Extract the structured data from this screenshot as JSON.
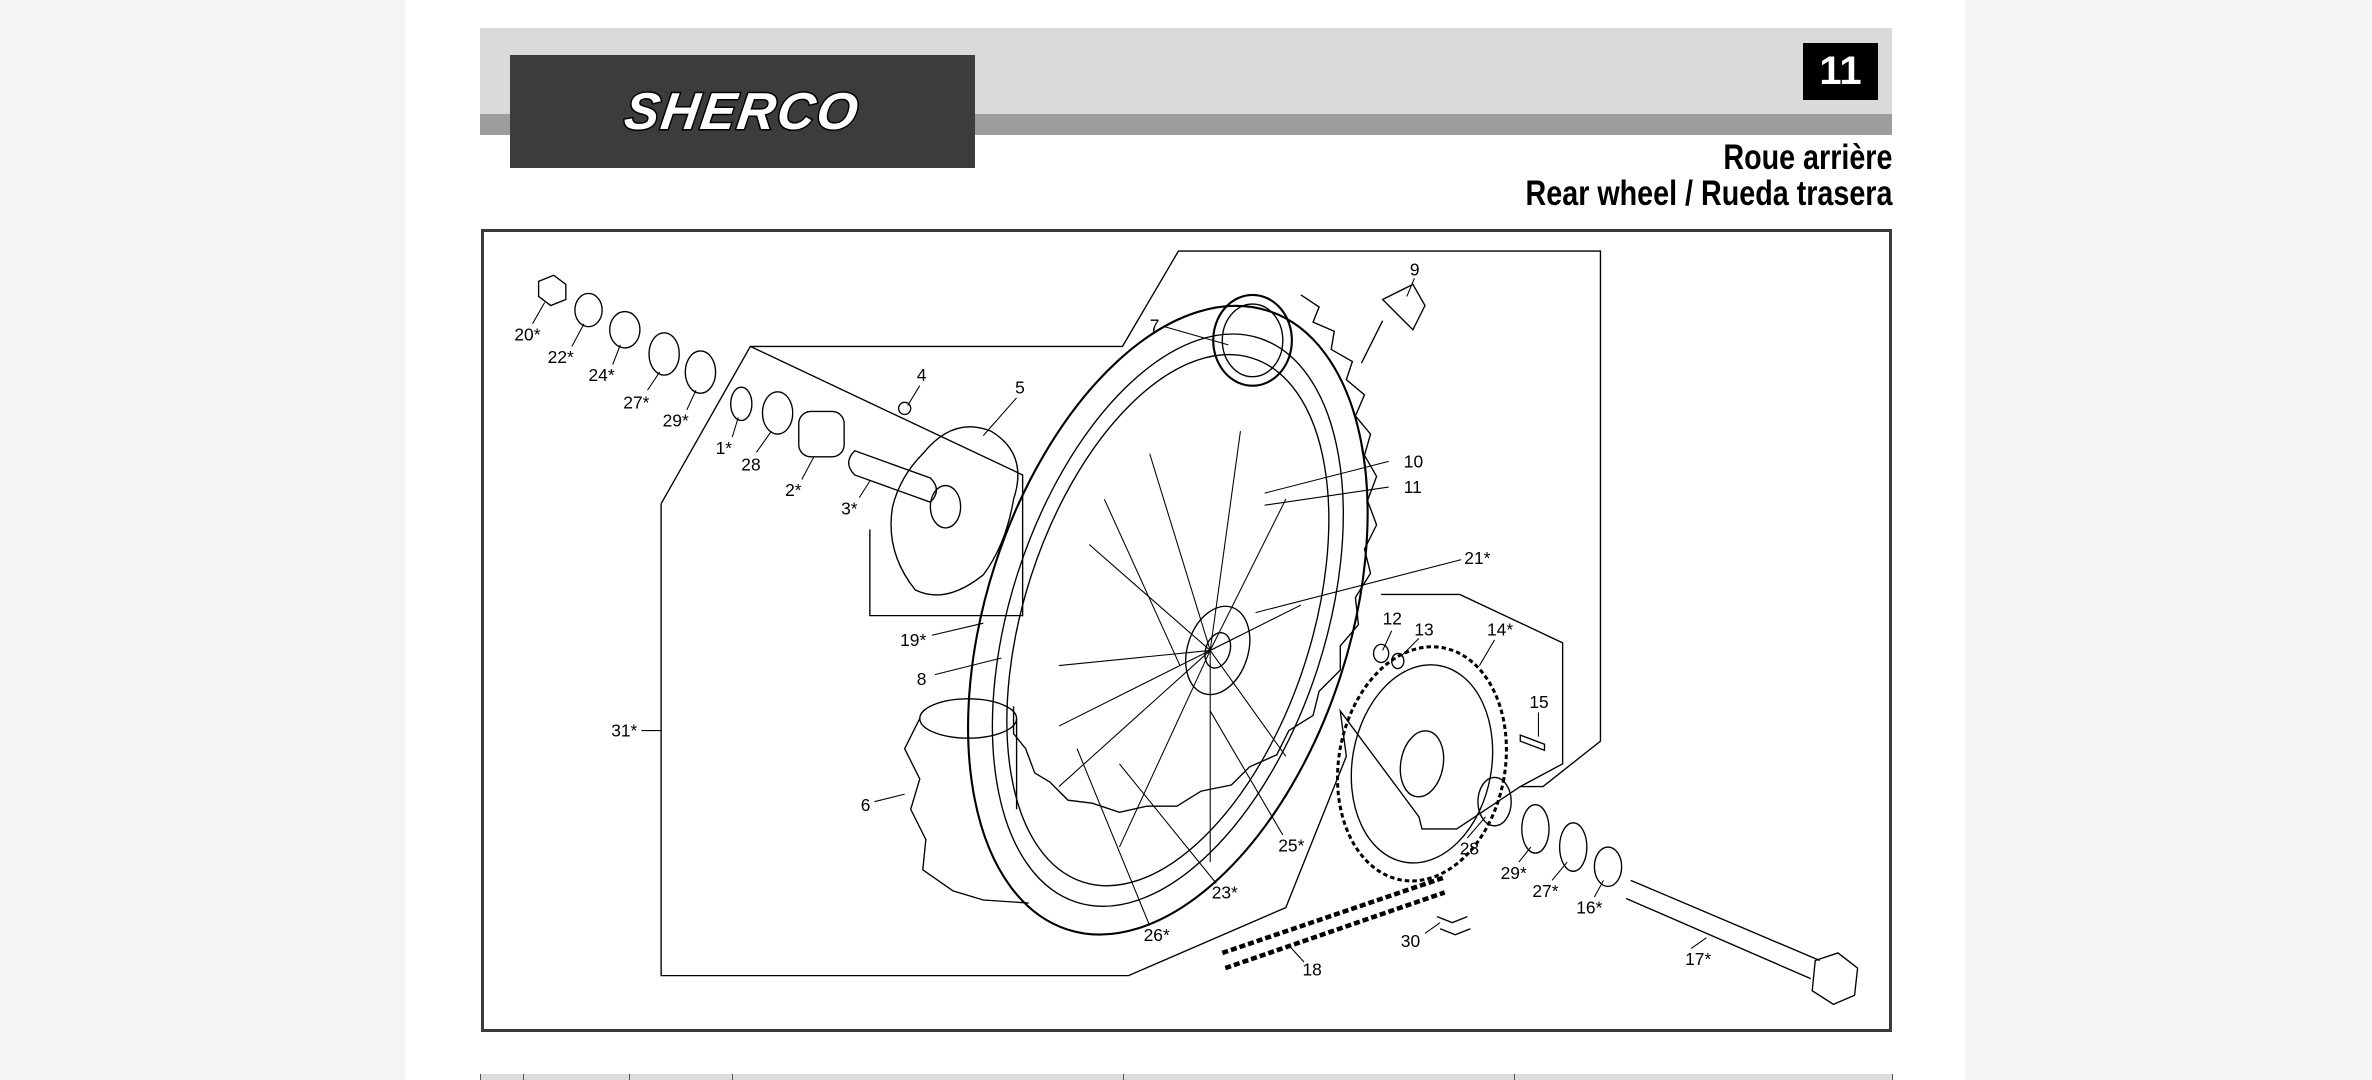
{
  "header": {
    "brand": "SHERCO",
    "chapter_number": "11",
    "title_fr": "Roue arrière",
    "title_en_es": "Rear wheel / Rueda trasera"
  },
  "diagram": {
    "callouts": [
      "20*",
      "22*",
      "24*",
      "27*",
      "29*",
      "1*",
      "28",
      "2*",
      "3*",
      "4",
      "5",
      "7",
      "9",
      "10",
      "11",
      "21*",
      "19*",
      "8",
      "12",
      "13",
      "14*",
      "15",
      "31*",
      "6",
      "25*",
      "23*",
      "26*",
      "28",
      "29*",
      "27*",
      "16*",
      "17*",
      "30",
      "18"
    ]
  }
}
